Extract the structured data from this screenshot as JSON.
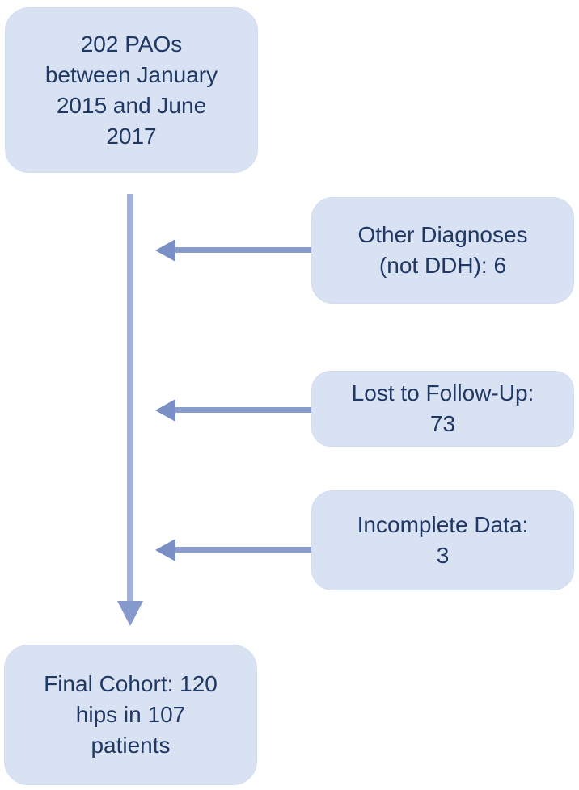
{
  "colors": {
    "box_fill": "#d9e2f2",
    "box_text": "#1f3864",
    "arrow_vertical_shaft": "#a3b2da",
    "arrow_vertical_head": "#8599cd",
    "arrow_horizontal_shaft": "#8a9cce",
    "arrow_horizontal_head": "#7a8fc5"
  },
  "flowchart": {
    "start": {
      "lines": [
        "202 PAOs",
        "between January",
        "2015 and June",
        "2017"
      ]
    },
    "exclusions": [
      {
        "lines": [
          "Other Diagnoses",
          "(not DDH): 6"
        ]
      },
      {
        "lines": [
          "Lost to Follow-Up:",
          "73"
        ]
      },
      {
        "lines": [
          "Incomplete Data:",
          "3"
        ]
      }
    ],
    "final": {
      "lines": [
        "Final Cohort: 120",
        "hips in 107",
        "patients"
      ]
    }
  }
}
